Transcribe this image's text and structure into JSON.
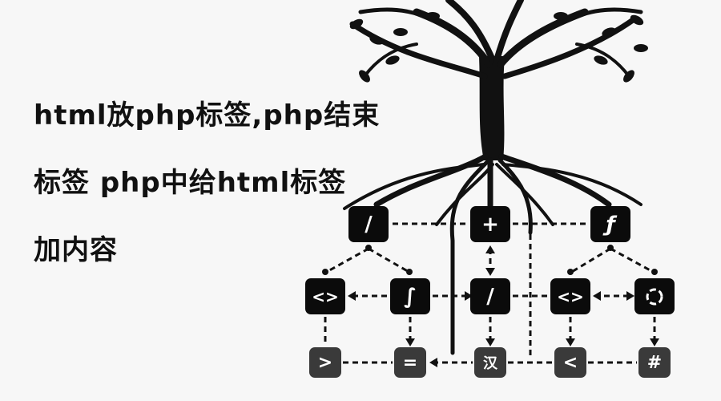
{
  "title": {
    "lines": [
      "html放php标签,php结束",
      "标签 php中给html标签",
      "加内容"
    ]
  },
  "diagram": {
    "row1": [
      "/",
      "+",
      "ƒ"
    ],
    "row2": [
      "<>",
      "∫",
      "/",
      "<>",
      "cycle"
    ],
    "row3": [
      ">",
      "=",
      "汉",
      "<",
      "#"
    ],
    "node_color_dark": "#0b0b0b",
    "node_color_grey": "#3a3a3a"
  }
}
